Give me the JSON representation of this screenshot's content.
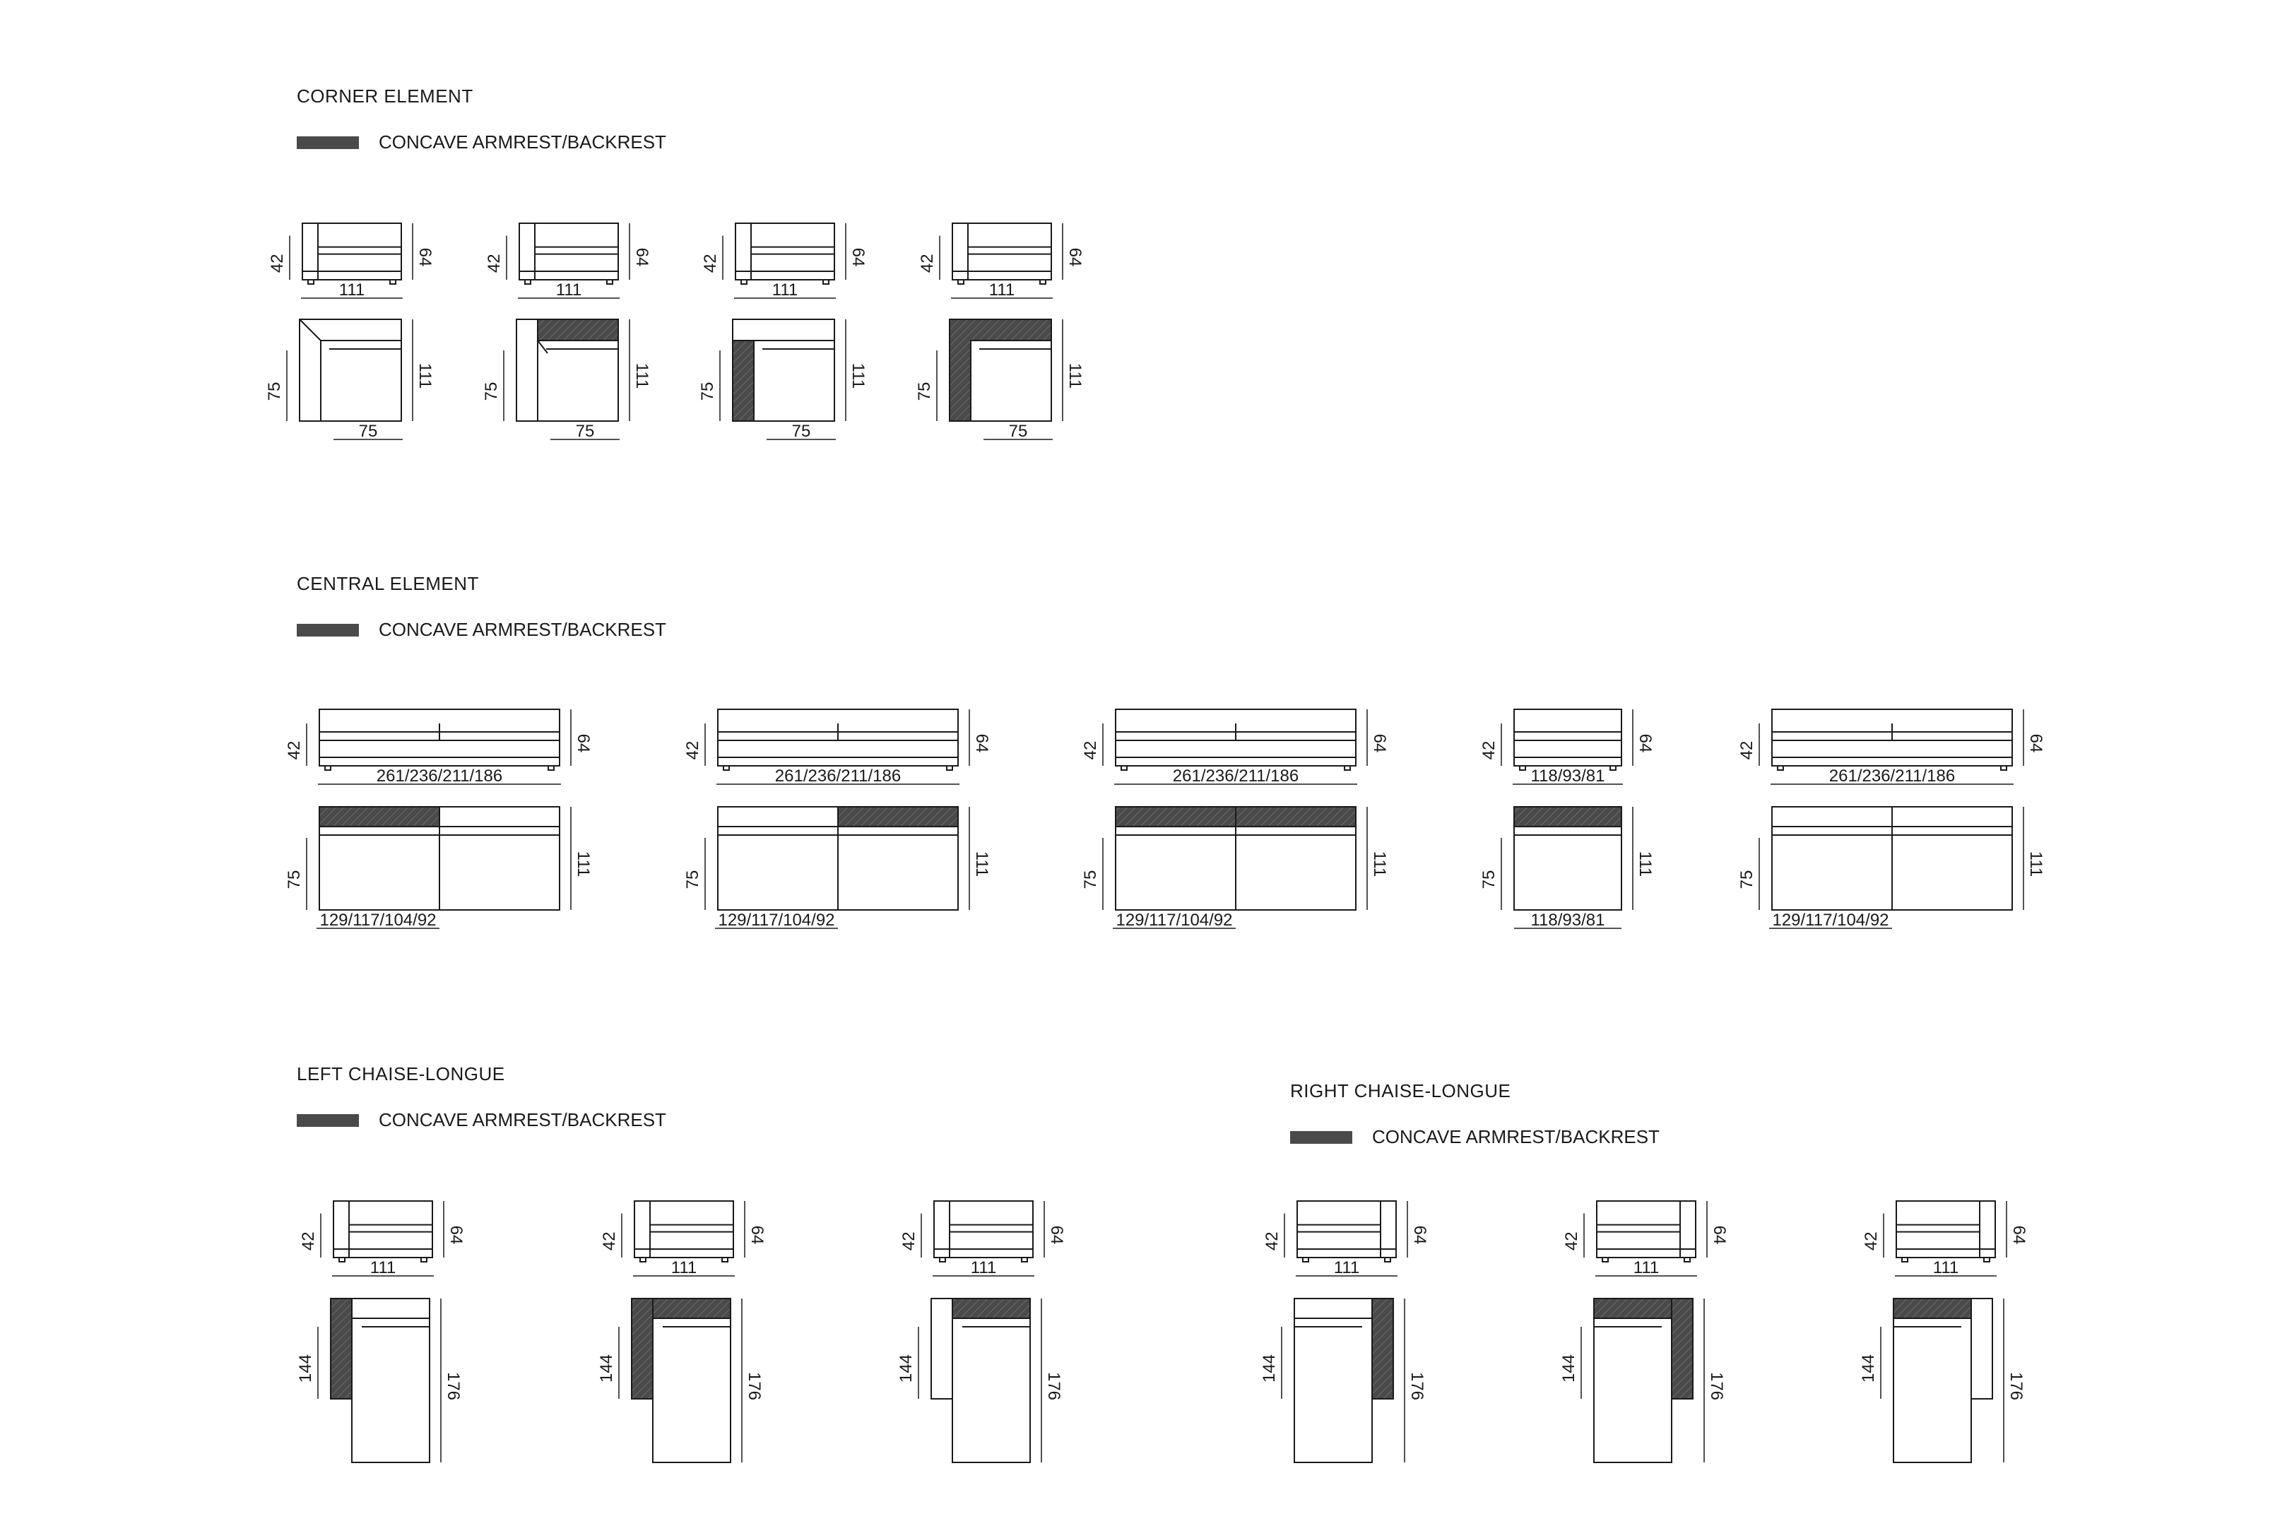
{
  "sections": {
    "corner": {
      "title": "CORNER ELEMENT",
      "legend": "CONCAVE ARMREST/BACKREST",
      "units": [
        {
          "variant": "plain",
          "side": {
            "height": "42",
            "total_height": "64",
            "width": "111"
          },
          "plan": {
            "seat": "75",
            "depth": "111",
            "width": "75"
          }
        },
        {
          "variant": "concave-back",
          "side": {
            "height": "42",
            "total_height": "64",
            "width": "111"
          },
          "plan": {
            "seat": "75",
            "depth": "111",
            "width": "75"
          }
        },
        {
          "variant": "concave-left",
          "side": {
            "height": "42",
            "total_height": "64",
            "width": "111"
          },
          "plan": {
            "seat": "75",
            "depth": "111",
            "width": "75"
          }
        },
        {
          "variant": "concave-both",
          "side": {
            "height": "42",
            "total_height": "64",
            "width": "111"
          },
          "plan": {
            "seat": "75",
            "depth": "111",
            "width": "75"
          }
        }
      ]
    },
    "central": {
      "title": "CENTRAL ELEMENT",
      "legend": "CONCAVE ARMREST/BACKREST",
      "units": [
        {
          "variant": "concave-left-half",
          "side": {
            "height": "42",
            "total_height": "64",
            "width": "261/236/211/186"
          },
          "plan": {
            "seat": "75",
            "depth": "111",
            "width": "129/117/104/92"
          }
        },
        {
          "variant": "concave-right-half",
          "side": {
            "height": "42",
            "total_height": "64",
            "width": "261/236/211/186"
          },
          "plan": {
            "seat": "75",
            "depth": "111",
            "width": "129/117/104/92"
          }
        },
        {
          "variant": "concave-full",
          "side": {
            "height": "42",
            "total_height": "64",
            "width": "261/236/211/186"
          },
          "plan": {
            "seat": "75",
            "depth": "111",
            "width": "129/117/104/92"
          }
        },
        {
          "variant": "single-concave",
          "side": {
            "height": "42",
            "total_height": "64",
            "width": "118/93/81"
          },
          "plan": {
            "seat": "75",
            "depth": "111",
            "width": "118/93/81"
          }
        },
        {
          "variant": "plain",
          "side": {
            "height": "42",
            "total_height": "64",
            "width": "261/236/211/186"
          },
          "plan": {
            "seat": "75",
            "depth": "111",
            "width": "129/117/104/92"
          }
        }
      ]
    },
    "left_chaise": {
      "title": "LEFT CHAISE-LONGUE",
      "legend": "CONCAVE ARMREST/BACKREST",
      "units": [
        {
          "variant": "concave-arm",
          "side": {
            "height": "42",
            "total_height": "64",
            "width": "111"
          },
          "plan": {
            "seat": "144",
            "depth": "176"
          }
        },
        {
          "variant": "concave-both",
          "side": {
            "height": "42",
            "total_height": "64",
            "width": "111"
          },
          "plan": {
            "seat": "144",
            "depth": "176"
          }
        },
        {
          "variant": "concave-back",
          "side": {
            "height": "42",
            "total_height": "64",
            "width": "111"
          },
          "plan": {
            "seat": "144",
            "depth": "176"
          }
        }
      ]
    },
    "right_chaise": {
      "title": "RIGHT CHAISE-LONGUE",
      "legend": "CONCAVE ARMREST/BACKREST",
      "units": [
        {
          "variant": "concave-arm",
          "side": {
            "height": "42",
            "total_height": "64",
            "width": "111"
          },
          "plan": {
            "seat": "144",
            "depth": "176"
          }
        },
        {
          "variant": "concave-both",
          "side": {
            "height": "42",
            "total_height": "64",
            "width": "111"
          },
          "plan": {
            "seat": "144",
            "depth": "176"
          }
        },
        {
          "variant": "concave-back",
          "side": {
            "height": "42",
            "total_height": "64",
            "width": "111"
          },
          "plan": {
            "seat": "144",
            "depth": "176"
          }
        }
      ]
    }
  },
  "colors": {
    "line": "#1a1a1a",
    "concave_fill": "#4a4a4a"
  }
}
